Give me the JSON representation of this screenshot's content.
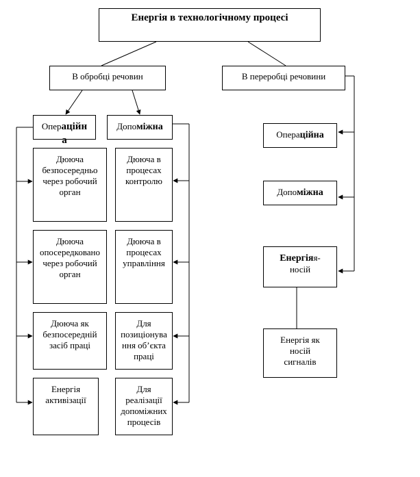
{
  "root": {
    "title": "Енергія в технологічному процесі"
  },
  "left": {
    "label": "В обробці речовин",
    "operational": {
      "a": "Опер",
      "b": "аційн",
      "c": "а"
    },
    "auxiliary": {
      "a": "Допо",
      "b": "міжна"
    },
    "op_items": [
      [
        "Дююча",
        "безпосередньо",
        "через робочий",
        "орган"
      ],
      [
        "Дююча",
        "опосередковано",
        "через робочий",
        "орган"
      ],
      [
        "Дююча як",
        "безпосередній",
        "засіб праці"
      ],
      [
        "Енергія",
        "активізації"
      ]
    ],
    "aux_items": [
      [
        "Дююча в",
        "процесах",
        "контролю"
      ],
      [
        "Дююча в",
        "процесах",
        "управління"
      ],
      [
        "Для",
        "позиціонува",
        "ння об’єкта",
        "праці"
      ],
      [
        "Для",
        "реалізації",
        "допоміжних",
        "процесів"
      ]
    ]
  },
  "right": {
    "label": "В переробці речовини",
    "operational": {
      "a": "Опера",
      "b": "ційна"
    },
    "auxiliary": {
      "a": "Допо",
      "b": "міжна"
    },
    "carrier": {
      "a": "Енергія",
      "b": "я-",
      "c": "носій"
    },
    "signal": [
      "Енергія як",
      "носій",
      "сигналів"
    ]
  }
}
